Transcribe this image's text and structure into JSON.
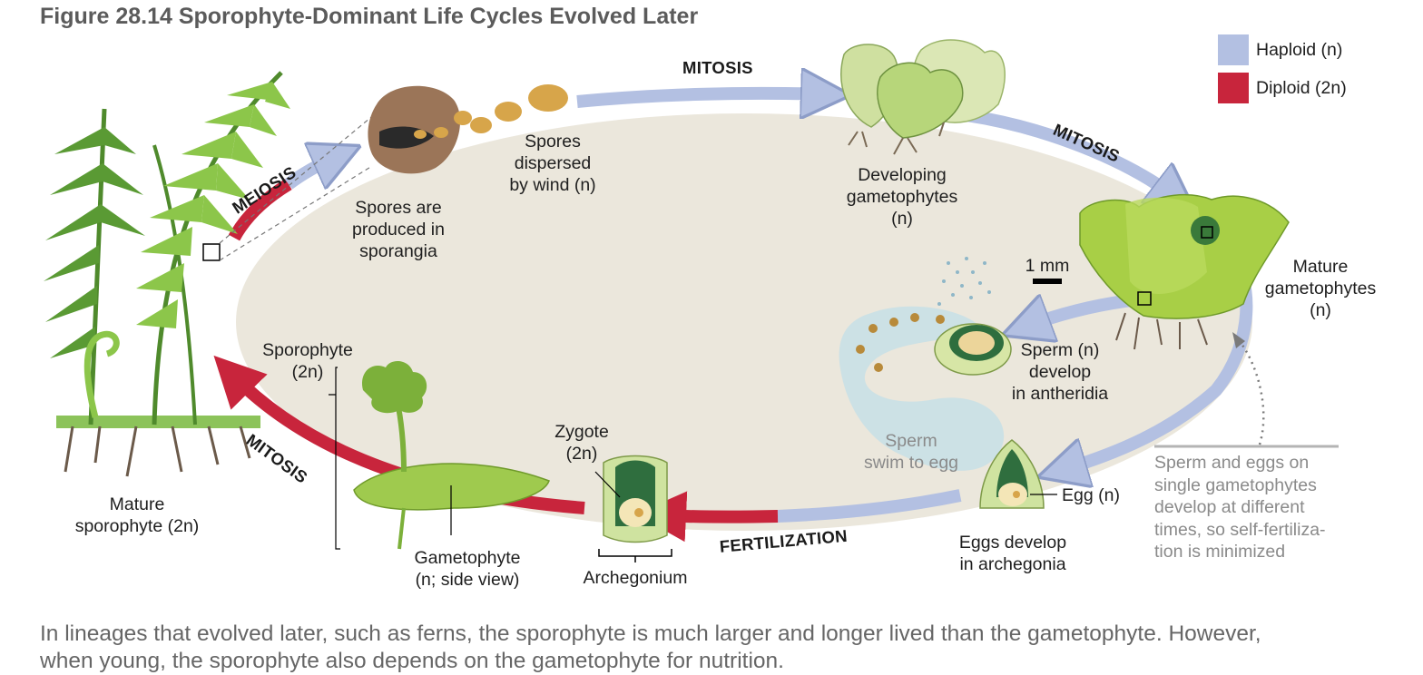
{
  "figure": {
    "title": "Figure 28.14 Sporophyte-Dominant Life Cycles Evolved Later",
    "caption_line1": "In lineages that evolved later, such as ferns, the sporophyte is much larger and longer lived than the gametophyte. However,",
    "caption_line2": "when young, the sporophyte also depends on the gametophyte for nutrition."
  },
  "legend": {
    "haploid": {
      "text": "Haploid (n)",
      "color": "#b3c0e2"
    },
    "diploid": {
      "text": "Diploid (2n)",
      "color": "#c8253c"
    }
  },
  "processes": {
    "meiosis": "MEIOSIS",
    "mitosis_top": "MITOSIS",
    "mitosis_right": "MITOSIS",
    "mitosis_left": "MITOSIS",
    "fertilization": "FERTILIZATION"
  },
  "labels": {
    "spores_produced": [
      "Spores are",
      "produced in",
      "sporangia"
    ],
    "spores_dispersed": [
      "Spores",
      "dispersed",
      "by wind (n)"
    ],
    "developing_gametophytes": [
      "Developing",
      "gametophytes",
      "(n)"
    ],
    "mature_gametophytes": [
      "Mature",
      "gametophytes",
      "(n)"
    ],
    "scale_bar": "1 mm",
    "sperm_develop": [
      "Sperm (n)",
      "develop",
      "in antheridia"
    ],
    "sperm_swim": [
      "Sperm",
      "swim to egg"
    ],
    "egg": "Egg (n)",
    "eggs_develop": [
      "Eggs develop",
      "in archegonia"
    ],
    "self_fert_note": [
      "Sperm and eggs on",
      "single gametophytes",
      "develop at different",
      "times, so self-fertiliza-",
      "tion is minimized"
    ],
    "zygote": [
      "Zygote",
      "(2n)"
    ],
    "archegonium": "Archegonium",
    "gametophyte_side": [
      "Gametophyte",
      "(n; side view)"
    ],
    "sporophyte": [
      "Sporophyte",
      "(2n)"
    ],
    "mature_sporophyte": [
      "Mature",
      "sporophyte (2n)"
    ]
  }
}
